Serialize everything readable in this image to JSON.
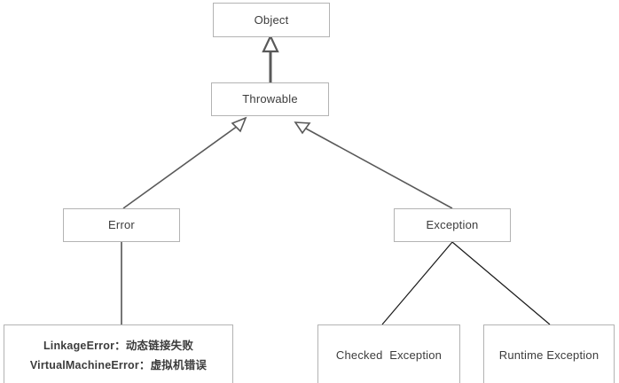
{
  "diagram": {
    "title": "Java Throwable class hierarchy",
    "type": "uml-class-hierarchy",
    "colors": {
      "box_border": "#b3b3b3",
      "box_fill": "#ffffff",
      "text": "#3c3c3c",
      "edge_inheritance": "#595959",
      "edge_plain": "#1a1a1a",
      "background": "#ffffff"
    },
    "nodes": [
      {
        "id": "object",
        "label": "Object"
      },
      {
        "id": "throwable",
        "label": "Throwable"
      },
      {
        "id": "error",
        "label": "Error"
      },
      {
        "id": "exception",
        "label": "Exception"
      },
      {
        "id": "error_children",
        "lines": [
          "LinkageError：动态链接失败",
          "VirtualMachineError：虚拟机错误"
        ]
      },
      {
        "id": "checked",
        "label": "Checked  Exception"
      },
      {
        "id": "runtime",
        "label": "Runtime Exception"
      }
    ],
    "edges": [
      {
        "from": "throwable",
        "to": "object",
        "style": "inheritance-arrow-vertical"
      },
      {
        "from": "error",
        "to": "throwable",
        "style": "inheritance-arrow-diagonal"
      },
      {
        "from": "exception",
        "to": "throwable",
        "style": "inheritance-arrow-diagonal"
      },
      {
        "from": "error",
        "to": "error_children",
        "style": "plain-line-vertical"
      },
      {
        "from": "exception",
        "to": "checked",
        "style": "plain-line-diagonal"
      },
      {
        "from": "exception",
        "to": "runtime",
        "style": "plain-line-diagonal"
      }
    ]
  }
}
